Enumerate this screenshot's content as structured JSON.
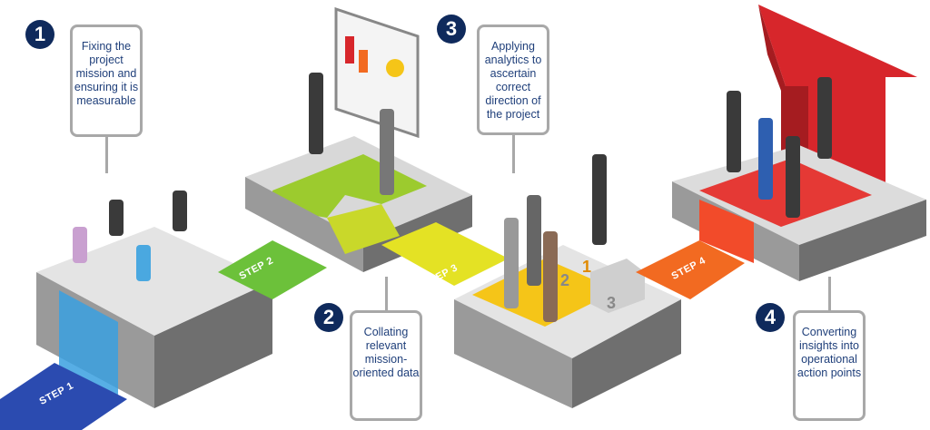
{
  "steps": [
    {
      "number": "1",
      "label": "STEP 1",
      "text": "Fixing the project mission and ensuring it is measurable",
      "color": "#2b56c0"
    },
    {
      "number": "2",
      "label": "STEP 2",
      "text": "Collating relevant mission-oriented data",
      "color": "#6cc13a"
    },
    {
      "number": "3",
      "label": "STEP 3",
      "text": "Applying analytics to ascertain correct direction of the project",
      "color": "#f0c419"
    },
    {
      "number": "4",
      "label": "STEP 4",
      "text": "Converting insights into operational action points",
      "color": "#f26a21"
    }
  ],
  "podium": {
    "first": "1",
    "second": "2",
    "third": "3"
  },
  "colors": {
    "badge": "#0f2a5c",
    "callout_text": "#1f3f7a",
    "arrow": "#d7262b",
    "platform": "#8e8e8e"
  }
}
